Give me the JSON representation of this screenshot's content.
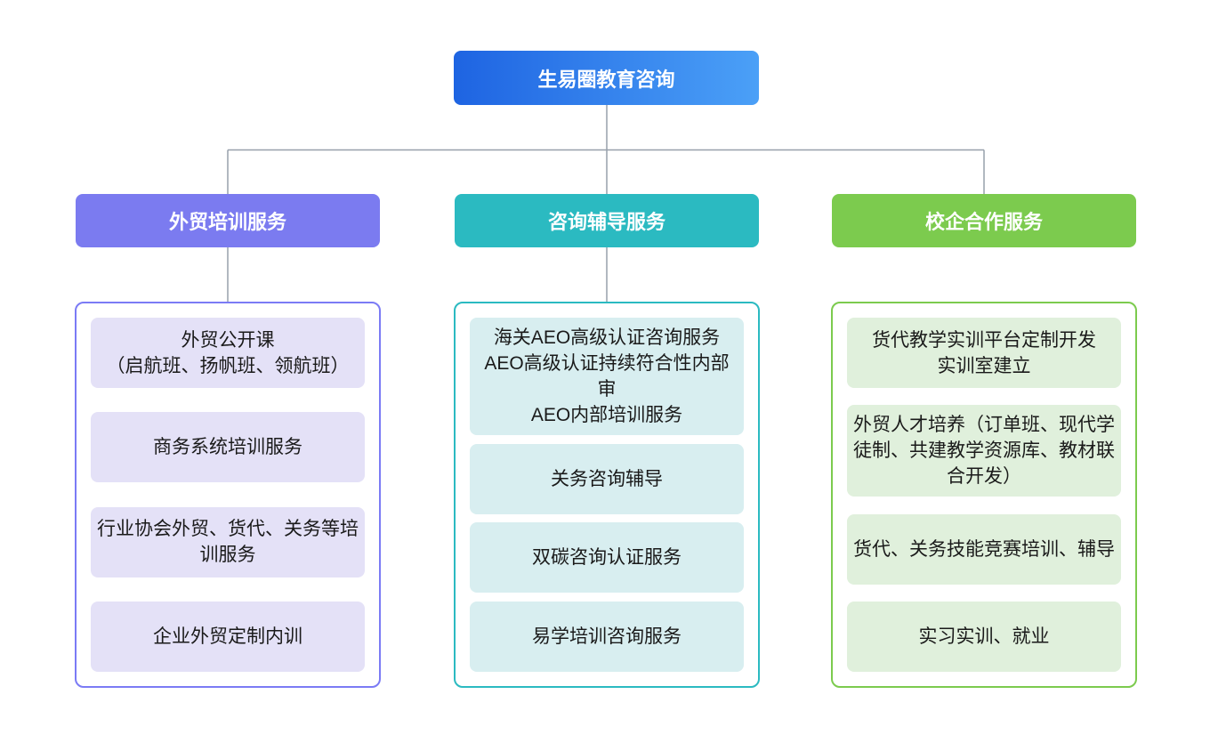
{
  "root": {
    "label": "生易圈教育咨询"
  },
  "branches": [
    {
      "label": "外贸培训服务",
      "items": [
        "外贸公开课\n（启航班、扬帆班、领航班）",
        "商务系统培训服务",
        "行业协会外贸、货代、关务等培训服务",
        "企业外贸定制内训"
      ]
    },
    {
      "label": "咨询辅导服务",
      "items": [
        "海关AEO高级认证咨询服务\nAEO高级认证持续符合性内部审\nAEO内部培训服务",
        "关务咨询辅导",
        "双碳咨询认证服务",
        "易学培训咨询服务"
      ]
    },
    {
      "label": "校企合作服务",
      "items": [
        "货代教学实训平台定制开发\n实训室建立",
        "外贸人才培养（订单班、现代学徒制、共建教学资源库、教材联合开发）",
        "货代、关务技能竞赛培训、辅导",
        "实习实训、就业"
      ]
    }
  ],
  "colors": {
    "root_gradient_start": "#1e64e2",
    "root_gradient_end": "#4ba0f7",
    "branch1_header": "#7b7bf0",
    "branch1_border": "#7b7bf5",
    "branch1_item_bg": "#e4e1f7",
    "branch2_header": "#2bbac1",
    "branch2_border": "#2bbac1",
    "branch2_item_bg": "#d8eef0",
    "branch3_header": "#7ccb4e",
    "branch3_border": "#7ccb4e",
    "branch3_item_bg": "#e0f0dc",
    "connector_color": "#97a0ab",
    "node_text": "#ffffff",
    "item_text": "#1a1a1a"
  }
}
